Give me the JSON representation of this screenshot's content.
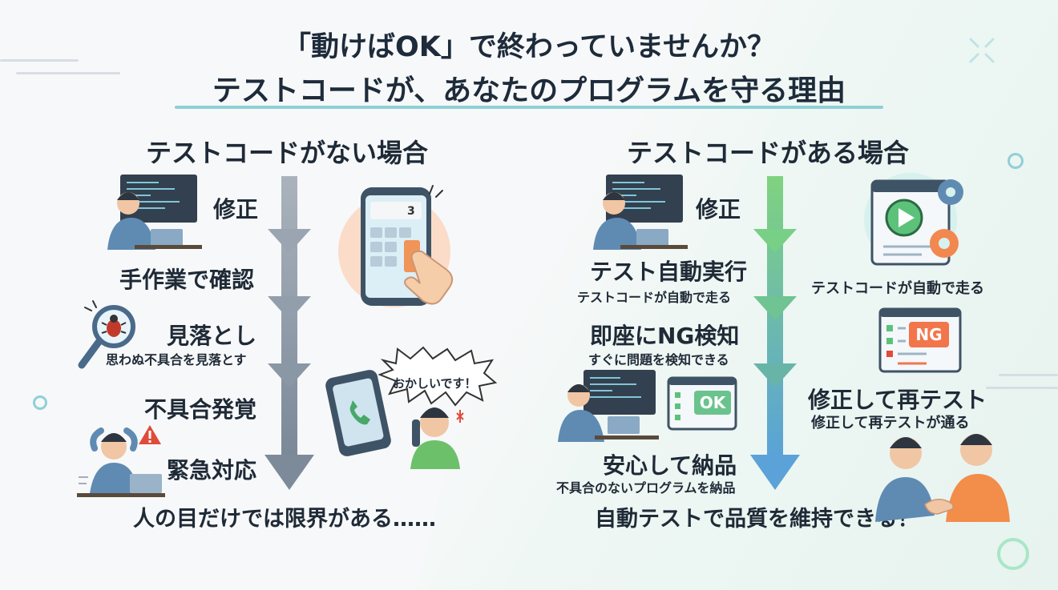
{
  "title": {
    "line1": "「動けばOK」で終わっていませんか？",
    "line2": "テストコードが、あなたのプログラムを守る理由"
  },
  "left": {
    "heading": "テストコードがない場合",
    "steps": [
      {
        "label": "修正"
      },
      {
        "label": "手作業で確認"
      },
      {
        "label": "見落とし",
        "sub": "思わぬ不具合を見落とす"
      },
      {
        "label": "不具合発覚"
      },
      {
        "label": "緊急対応"
      }
    ],
    "calculator_display": "3",
    "speech_bubble": "おかしいです！",
    "bottom": "人の目だけでは限界がある……"
  },
  "right": {
    "heading": "テストコードがある場合",
    "steps": [
      {
        "label": "修正"
      },
      {
        "label": "テスト自動実行",
        "sub": "テストコードが自動で走る"
      },
      {
        "label": "即座にNG検知",
        "sub": "すぐに問題を検知できる"
      },
      {
        "label": "修正して再テスト",
        "sub": "修正して再テストが通る"
      },
      {
        "label": "安心して納品",
        "sub": "不具合のないプログラムを納品"
      }
    ],
    "auto_caption": "テストコードが自動で走る",
    "ok_badge": "OK",
    "ng_badge": "NG",
    "bottom": "自動テストで品質を維持できる！"
  },
  "colors": {
    "left_arrow": "#8e9aa8",
    "right_arrow_top": "#7fd37f",
    "right_arrow_bottom": "#5aa2d8",
    "ok": "#6ac38d",
    "ng": "#f2764b",
    "accent_teal": "#8fd0d6"
  }
}
